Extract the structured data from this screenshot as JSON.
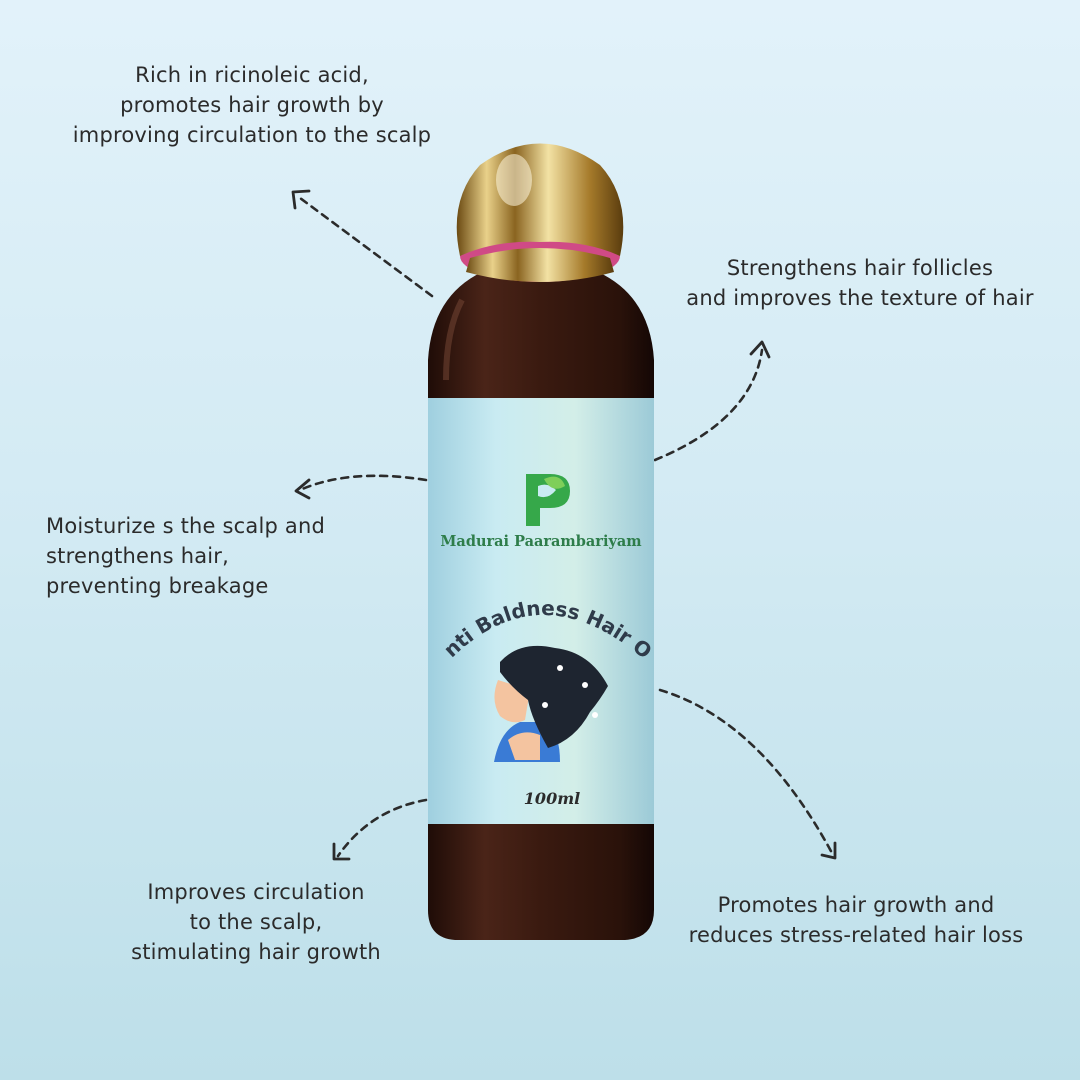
{
  "benefits": {
    "top_left": [
      "Rich in ricinoleic acid,",
      "promotes hair growth by",
      "improving circulation to the scalp"
    ],
    "top_right": [
      "Strengthens hair follicles",
      "and improves the texture of hair"
    ],
    "mid_left": [
      "Moisturize s the scalp and",
      "strengthens hair,",
      "preventing breakage"
    ],
    "bottom_left": [
      "Improves circulation",
      "to the scalp,",
      "stimulating hair growth"
    ],
    "bottom_right": [
      "Promotes hair growth and",
      "reduces stress-related hair loss"
    ]
  },
  "product": {
    "brand": "Madurai Paarambariyam",
    "name": "Anti Baldness Hair Oil",
    "volume": "100ml",
    "logo_letter": "P"
  },
  "colors": {
    "background_top": "#e2f2fa",
    "background_bottom": "#bddfe9",
    "bottle": "#3a1a12",
    "label": "#bfe3ee",
    "brand_green": "#2e8b3e",
    "cap_gold": "#c9a146"
  },
  "icons": [
    "dashed-arrow-icon",
    "brand-logo-icon",
    "woman-illustration"
  ]
}
